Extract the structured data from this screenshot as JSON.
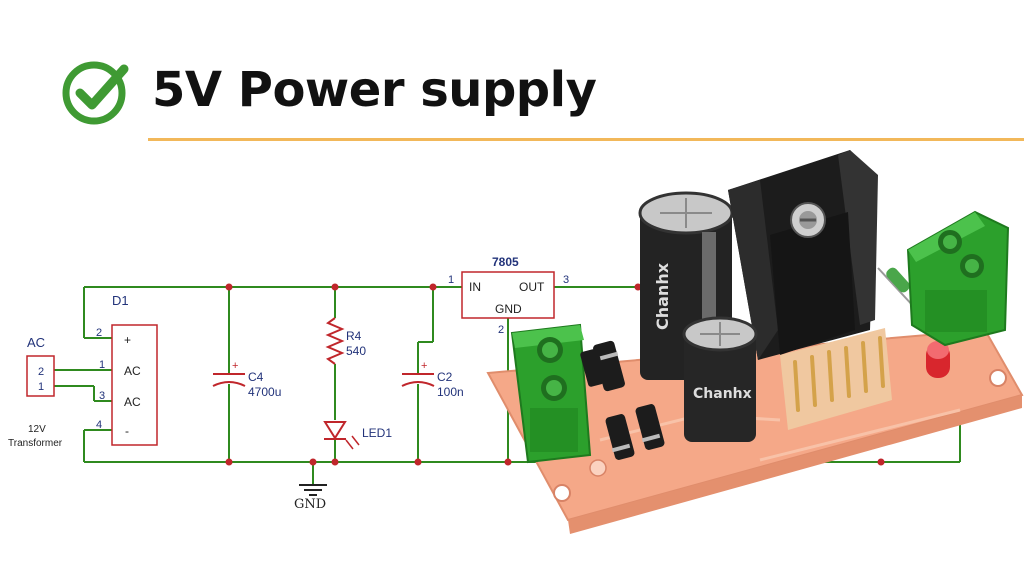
{
  "header": {
    "title": "5V Power supply",
    "check_icon": "check-circle-icon",
    "accent_color": "#3f9a33",
    "rule_color": "#f2b85a"
  },
  "schematic": {
    "wire_color": "#2f8a1f",
    "text_color": "#22337a",
    "ac_label": "AC",
    "ac_pin_top": "2",
    "ac_pin_bottom": "1",
    "transformer_label_1": "12V",
    "transformer_label_2": "Transformer",
    "d1": {
      "ref": "D1",
      "pin_plus": "2",
      "pin_ac1": "1",
      "pin_ac2": "3",
      "pin_minus": "4",
      "label_plus": "+",
      "label_ac1": "AC",
      "label_ac2": "AC",
      "label_minus": "-"
    },
    "c4": {
      "ref": "C4",
      "value": "4700u",
      "polarity": "+"
    },
    "r4": {
      "ref": "R4",
      "value": "540"
    },
    "led1": {
      "ref": "LED1"
    },
    "c2": {
      "ref": "C2",
      "value": "100n",
      "polarity": "+"
    },
    "regulator": {
      "name": "7805",
      "in_label": "IN",
      "out_label": "OUT",
      "gnd_label": "GND",
      "pin_in": "1",
      "pin_out": "3",
      "pin_gnd": "2"
    },
    "gnd_label": "GND"
  },
  "photo": {
    "capacitor_large_text": "Chanhx",
    "capacitor_small_text": "Chanhx"
  }
}
